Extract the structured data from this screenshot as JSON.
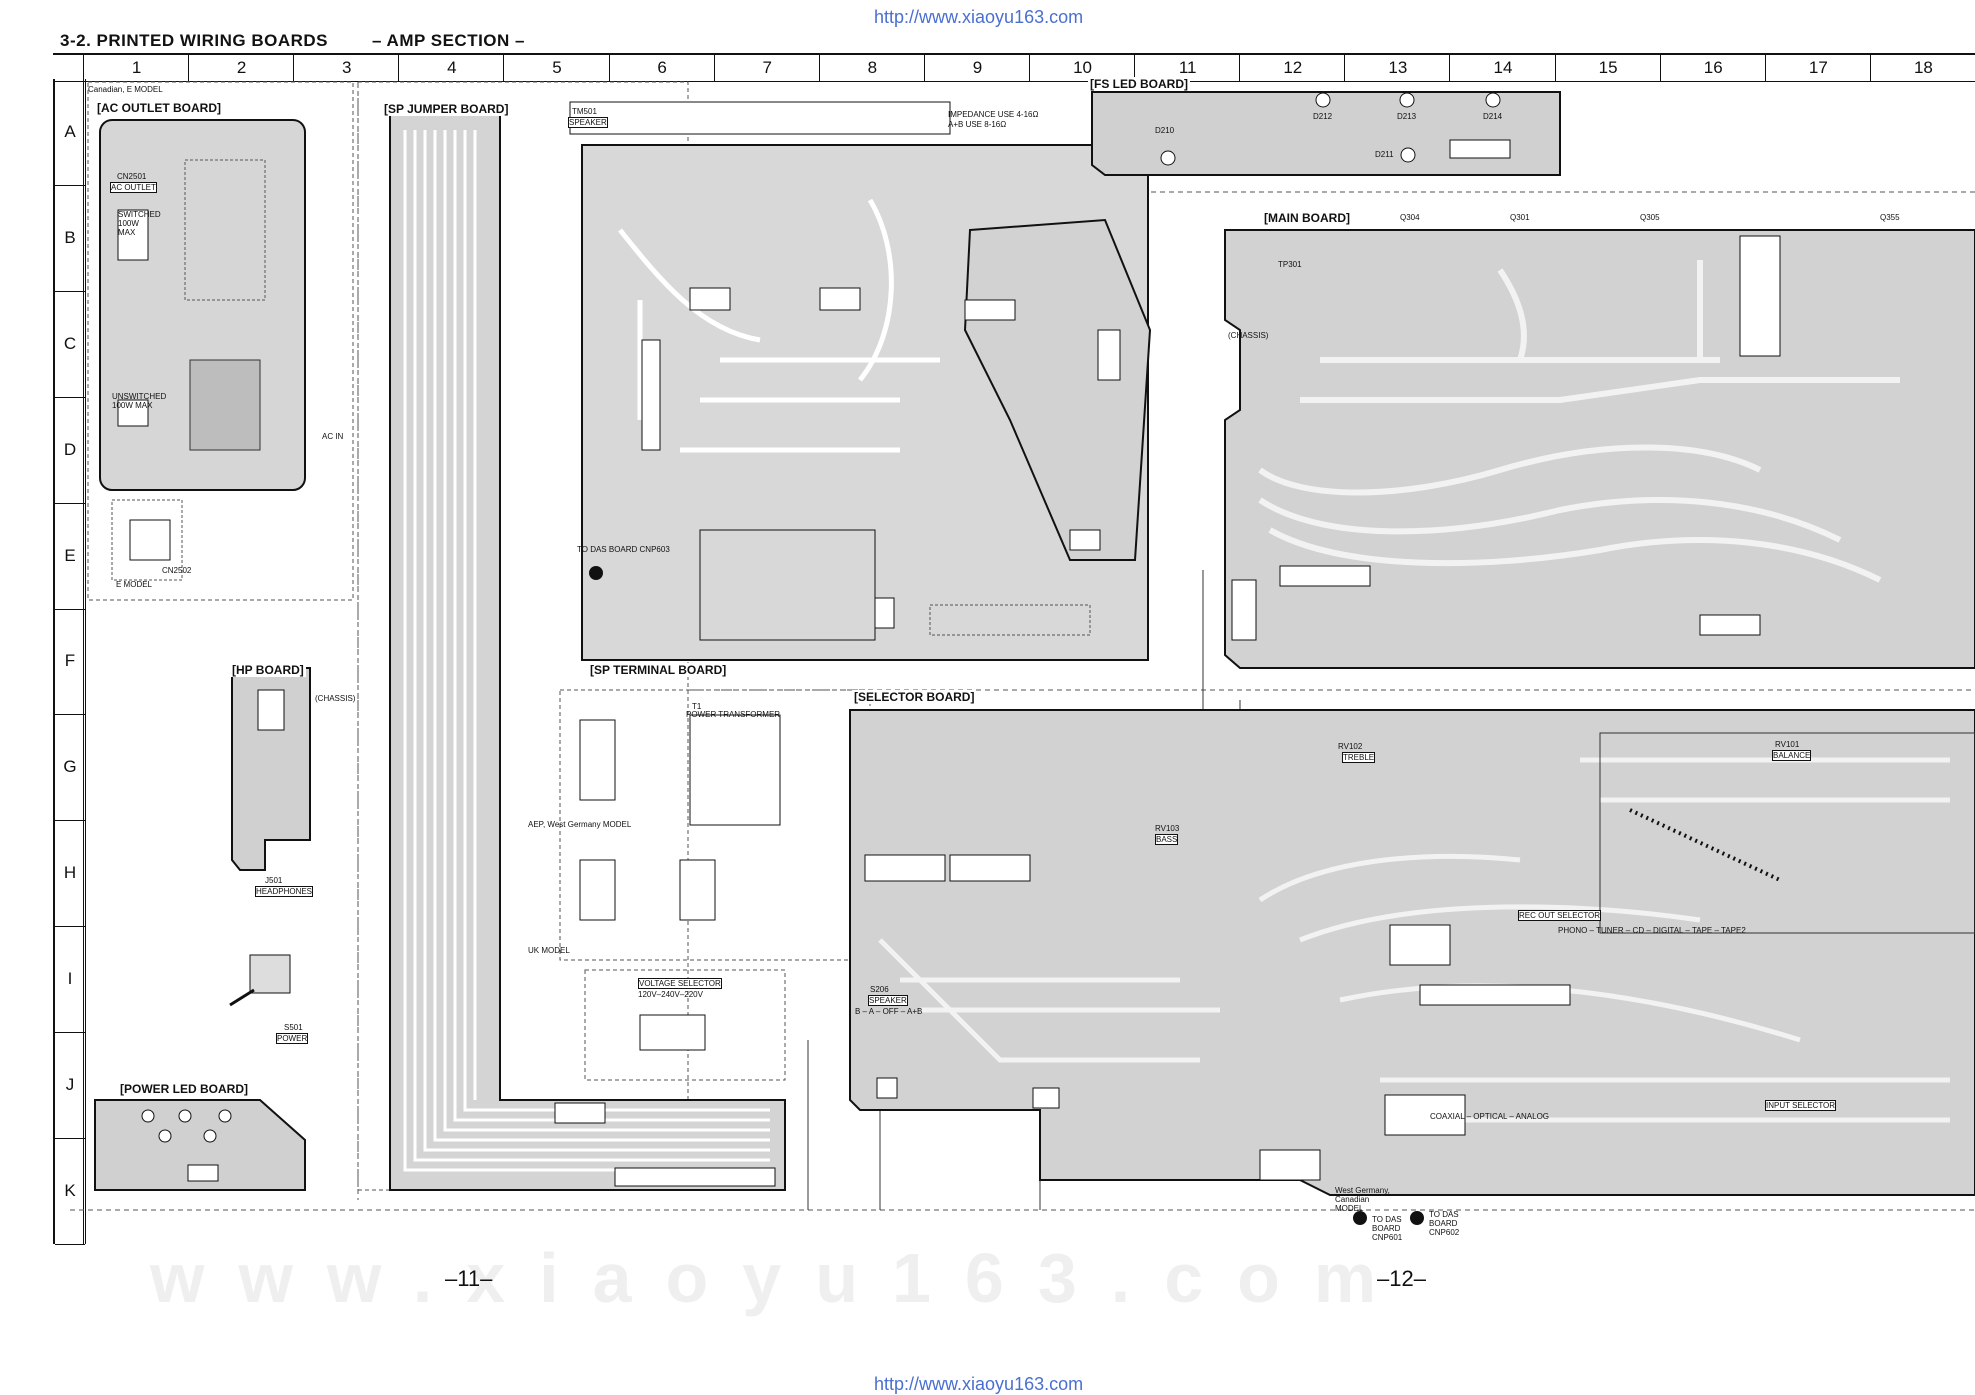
{
  "header": {
    "url_top": "http://www.xiaoyu163.com",
    "url_bottom": "http://www.xiaoyu163.com",
    "section_title": "3-2. PRINTED WIRING BOARDS",
    "section_subtitle": "– AMP  SECTION –"
  },
  "grid": {
    "columns": [
      "1",
      "2",
      "3",
      "4",
      "5",
      "6",
      "7",
      "8",
      "9",
      "10",
      "11",
      "12",
      "13",
      "14",
      "15",
      "16",
      "17",
      "18"
    ],
    "rows": [
      "A",
      "B",
      "C",
      "D",
      "E",
      "F",
      "G",
      "H",
      "I",
      "J",
      "K"
    ]
  },
  "boards": {
    "ac_outlet": "[AC OUTLET BOARD]",
    "ac_outlet_model": "Canadian, E MODEL",
    "hp": "[HP BOARD]",
    "power_led": "[POWER LED BOARD]",
    "sp_jumper": "[SP JUMPER BOARD]",
    "sp_terminal": "[SP TERMINAL BOARD]",
    "fs_led": "[FS LED BOARD]",
    "main": "[MAIN BOARD]",
    "selector": "[SELECTOR BOARD]"
  },
  "labels": {
    "cn2501": "CN2501",
    "ac_outlet_tag": "AC OUTLET",
    "switched": "SWITCHED 100W MAX",
    "unswitched": "UNSWITCHED 100W MAX",
    "cn2502": "CN2502",
    "e_model": "E MODEL",
    "ac_in": "AC IN",
    "headphones": "HEADPHONES",
    "j501": "J501",
    "power_switch": "POWER",
    "s501": "S501",
    "chassis": "(CHASSIS)",
    "speaker": "SPEAKER",
    "tm501": "TM501",
    "impedance": "IMPEDANCE USE 4-16Ω",
    "impedance2": "A+B USE 8-16Ω",
    "power_transformer": "POWER TRANSFORMER",
    "t1": "T1",
    "voltage_selector": "VOLTAGE SELECTOR",
    "voltage_values": "120V–240V–220V",
    "uk_model": "UK MODEL",
    "aep_model": "AEP, West Germany MODEL",
    "to_das": "TO DAS BOARD CNP603",
    "d210": "D210",
    "d212": "D212",
    "d213": "D213",
    "d214": "D214",
    "d211": "D211",
    "q304": "Q304",
    "q301": "Q301",
    "q305": "Q305",
    "q355": "Q355",
    "tp301": "TP301",
    "treble": "TREBLE",
    "bass": "BASS",
    "balance": "BALANCE",
    "rv102": "RV102",
    "rv103": "RV103",
    "rv101": "RV101",
    "rec_out": "REC OUT SELECTOR",
    "phono_line": "PHONO – TUNER – CD – DIGITAL – TAPE – TAPE2",
    "s206": "S206",
    "speaker_sel": "SPEAKER",
    "speaker_modes": "B – A – OFF – A+B",
    "input_selector": "INPUT SELECTOR",
    "coaxial": "COAXIAL – OPTICAL – ANALOG",
    "to_das_a": "TO DAS BOARD CNP601",
    "to_das_b": "TO DAS BOARD CNP602",
    "west_germany": "West Germany, Canadian MODEL",
    "page_left": "–11–",
    "page_right": "–12–",
    "watermark_mid": "www.xiaoyu163.com"
  }
}
